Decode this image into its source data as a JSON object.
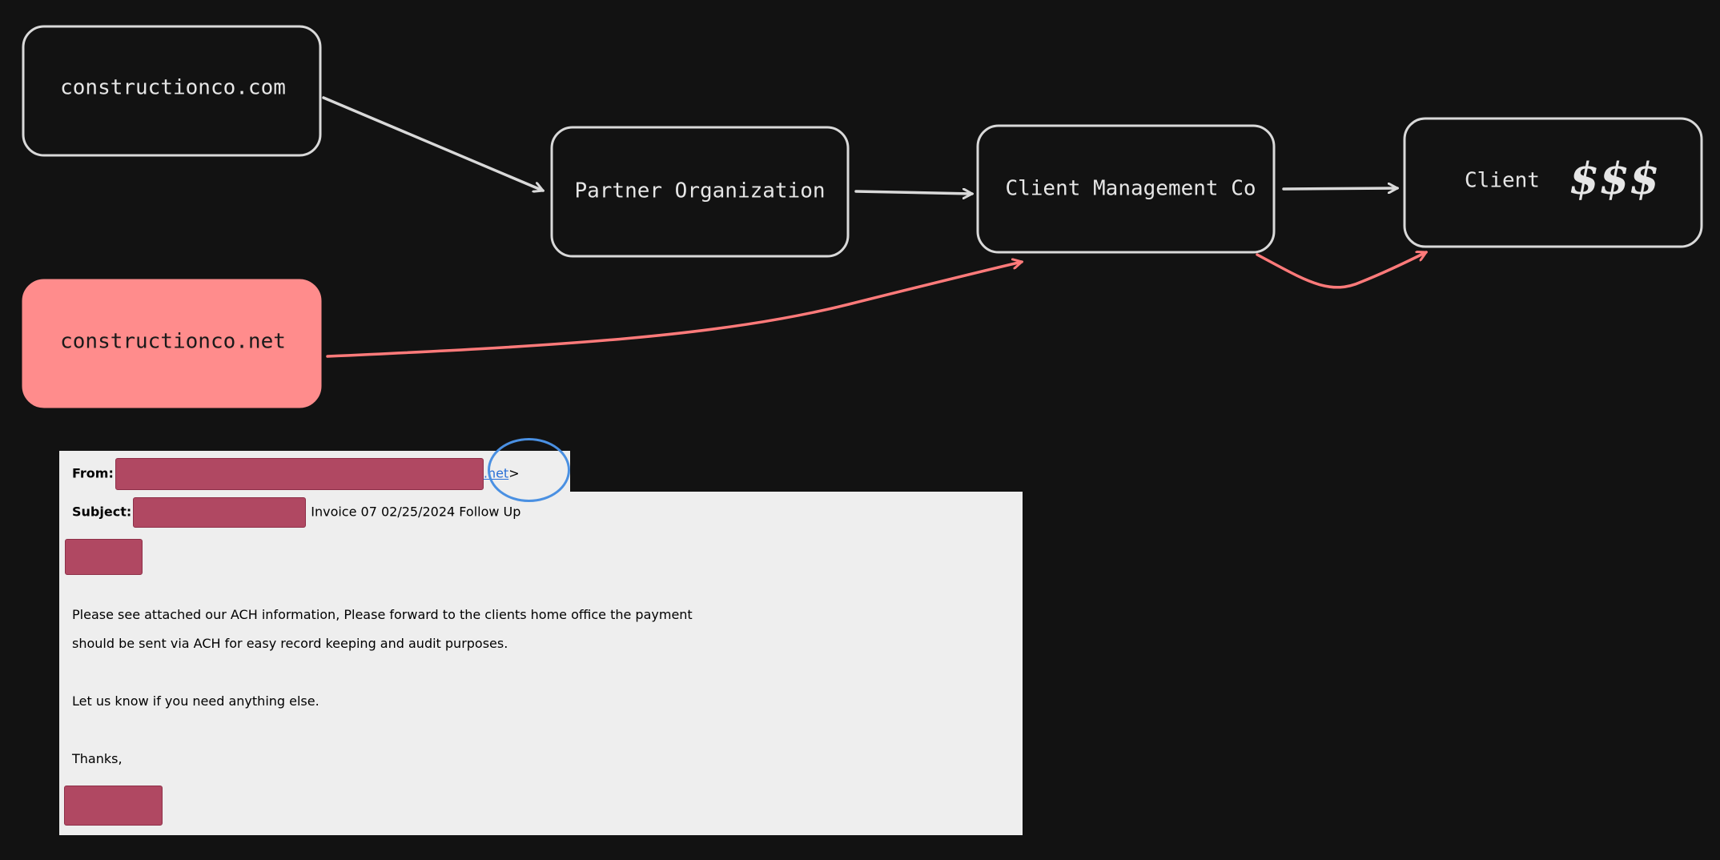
{
  "nodes": {
    "source_domain": "constructionco.com",
    "partner": "Partner Organization",
    "client_mgmt": "Client Management Co",
    "client": "Client",
    "client_money": "$$$",
    "spoof_domain": "constructionco.net"
  },
  "colors": {
    "background": "#121212",
    "stroke": "#d9d9d9",
    "spoof_fill": "#ff8c8c",
    "spoof_arrow": "#ff7a7a",
    "redaction": "#b04862",
    "highlight_circle": "#4a90e2"
  },
  "email": {
    "from_label": "From:",
    "from_domain_suffix": ".net",
    "from_tail": ">",
    "subject_label": "Subject:",
    "subject_text": "Invoice 07 02/25/2024 Follow Up",
    "body_line1": "Please see attached our ACH information, Please forward to the clients home office the payment",
    "body_line2": "should be sent via ACH for easy record keeping and audit purposes.",
    "body_line3": "Let us know if you need anything else.",
    "sign_off": "Thanks,"
  }
}
